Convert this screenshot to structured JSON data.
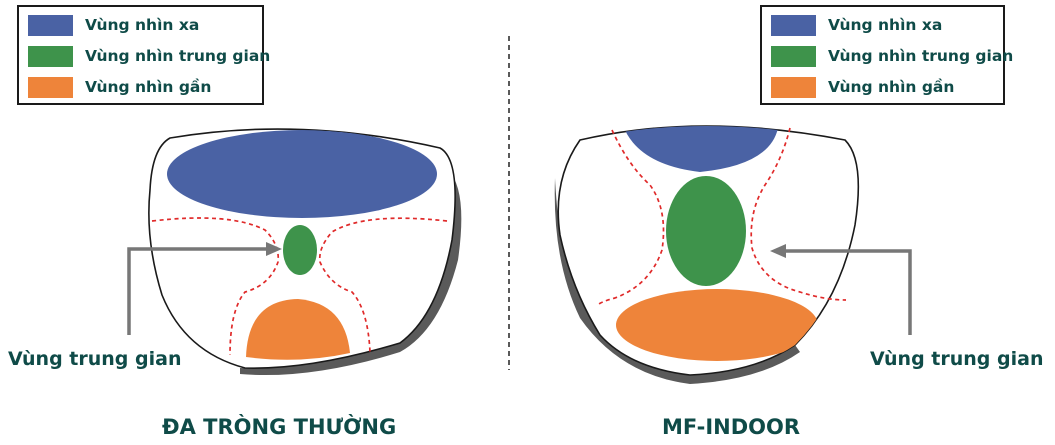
{
  "legend_left": {
    "items": [
      {
        "label": "Vùng nhìn xa",
        "color": "#4a62a4"
      },
      {
        "label": "Vùng nhìn trung gian",
        "color": "#3e934b"
      },
      {
        "label": "Vùng nhìn gần",
        "color": "#ee843a"
      }
    ]
  },
  "legend_right": {
    "items": [
      {
        "label": "Vùng nhìn xa",
        "color": "#4a62a4"
      },
      {
        "label": "Vùng nhìn trung gian",
        "color": "#3e934b"
      },
      {
        "label": "Vùng nhìn gần",
        "color": "#ee843a"
      }
    ]
  },
  "left_lens": {
    "callout_label": "Vùng trung gian",
    "title": "ĐA TRÒNG THƯỜNG"
  },
  "right_lens": {
    "callout_label": "Vùng trung gian",
    "title": "MF-INDOOR"
  },
  "colors": {
    "text": "#0f4b48",
    "far": "#4a62a4",
    "intermediate": "#3e934b",
    "near": "#ee843a",
    "boundary": "#e02a2a",
    "arrow": "#777777",
    "frame_shadow": "#5a5a5a"
  }
}
